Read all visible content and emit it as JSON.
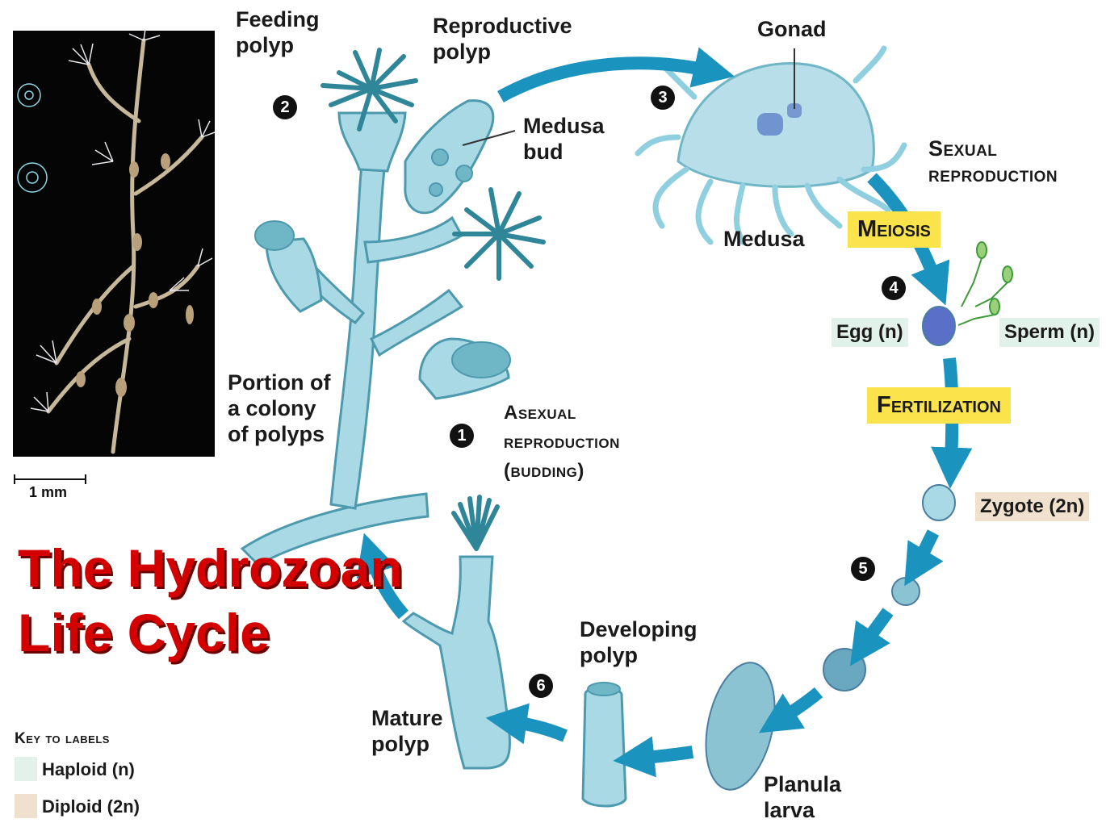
{
  "labels": {
    "feeding_polyp": [
      "Feeding",
      "polyp"
    ],
    "reproductive_polyp": [
      "Reproductive",
      "polyp"
    ],
    "medusa_bud": [
      "Medusa",
      "bud"
    ],
    "gonad": "Gonad",
    "medusa": "Medusa",
    "sexual_reproduction": [
      "Sexual",
      "reproduction"
    ],
    "meiosis": "Meiosis",
    "egg": "Egg (n)",
    "sperm": "Sperm (n)",
    "fertilization": "Fertilization",
    "zygote": "Zygote (2n)",
    "portion_colony": [
      "Portion of",
      "a colony",
      "of polyps"
    ],
    "asexual_reproduction": [
      "Asexual",
      "reproduction",
      "(budding)"
    ],
    "developing_polyp": [
      "Developing",
      "polyp"
    ],
    "mature_polyp": [
      "Mature",
      "polyp"
    ],
    "planula_larva": [
      "Planula",
      "larva"
    ],
    "scale_bar": "1 mm"
  },
  "steps": [
    "1",
    "2",
    "3",
    "4",
    "5",
    "6"
  ],
  "title": [
    "The Hydrozoan",
    "Life Cycle"
  ],
  "key": {
    "heading": "Key to labels",
    "haploid": "Haploid (n)",
    "diploid": "Diploid (2n)"
  },
  "colors": {
    "arrow": "#1b93bf",
    "organism_fill": "#a9d9e4",
    "organism_stroke": "#4d9aae",
    "highlight": "#fbe34c",
    "haploid_tag": "#e2f2ea",
    "diploid_tag": "#f0e1cf",
    "title_red": "#d40000"
  }
}
